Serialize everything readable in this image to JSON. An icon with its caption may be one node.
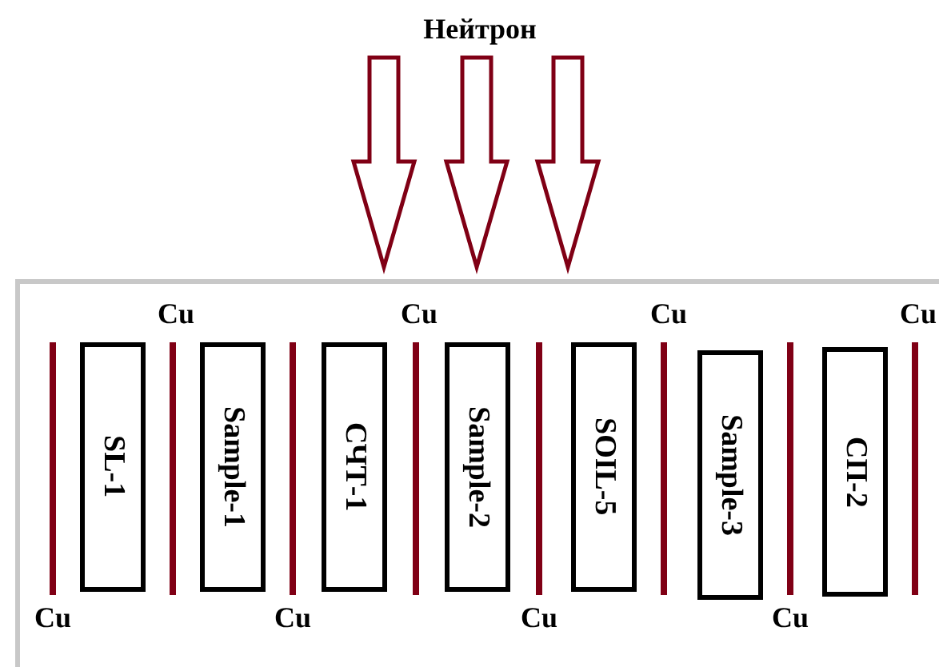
{
  "diagram": {
    "nodes": [
      {
        "text": [
          "SL-1"
        ]
      },
      {
        "text": [
          "Sample-1"
        ]
      },
      {
        "text": [
          "СЧТ-1"
        ]
      },
      {
        "text": [
          "Sample-2"
        ]
      },
      {
        "text": [
          "SOIL-5"
        ]
      },
      {
        "text": [
          "Sample-3"
        ]
      },
      {
        "text": [
          "СП-2"
        ]
      }
    ],
    "labels": [
      "Нейтрон",
      "Cu",
      "Cu",
      "Cu",
      "Cu",
      "Cu",
      "Cu",
      "Cu",
      "Cu"
    ]
  }
}
